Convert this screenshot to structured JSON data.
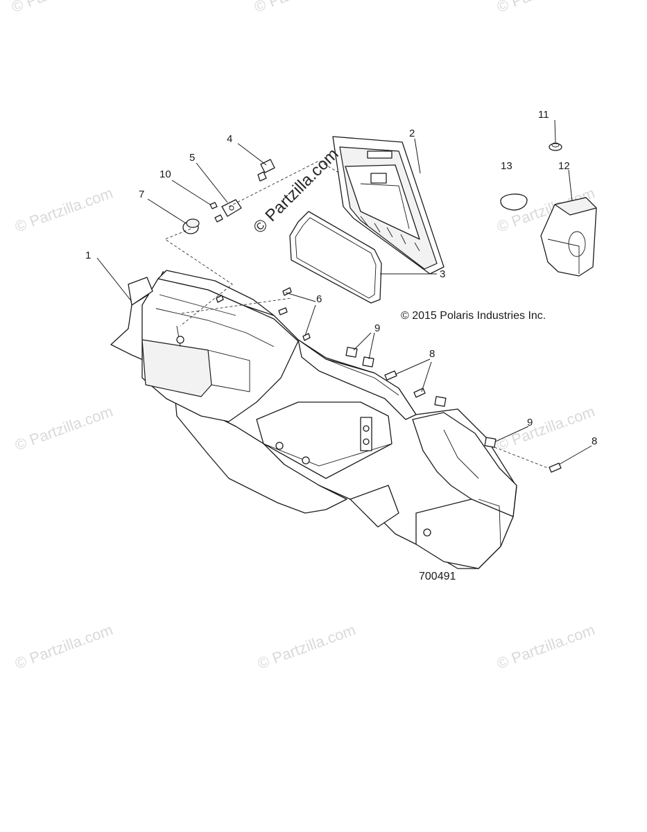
{
  "watermark": {
    "text": "© Partzilla.com",
    "center_text": "© Partzilla.com"
  },
  "copyright": "© 2015 Polaris Industries Inc.",
  "figure_number": "700491",
  "callouts": [
    "1",
    "2",
    "3",
    "4",
    "5",
    "6",
    "7",
    "8",
    "8",
    "9",
    "9",
    "10",
    "11",
    "12",
    "13"
  ]
}
